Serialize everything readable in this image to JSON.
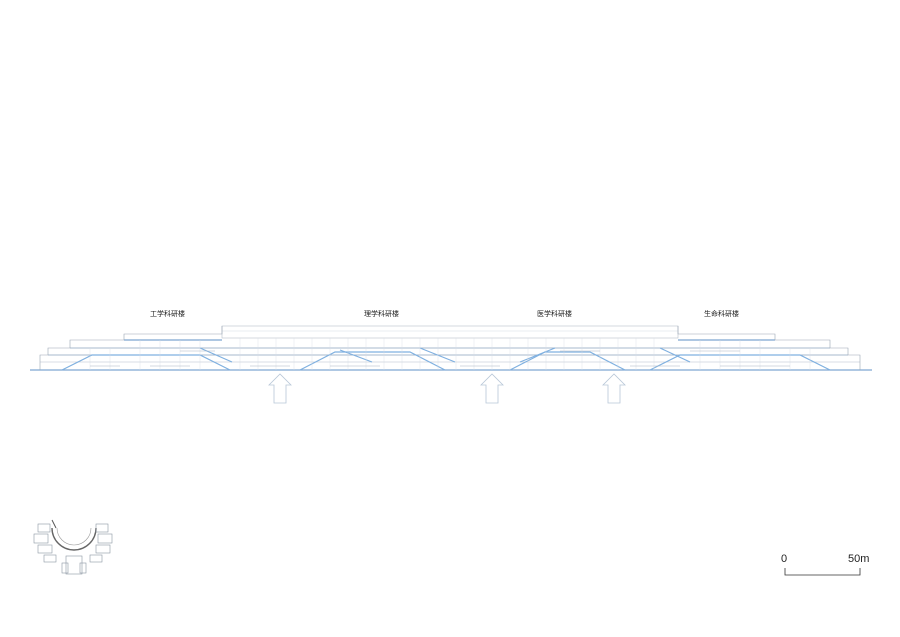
{
  "section": {
    "building_labels": [
      "工学科研楼",
      "理学科研楼",
      "医学科研楼",
      "生命科研楼"
    ],
    "entrance_arrow_count": 3
  },
  "scale_bar": {
    "start_label": "0",
    "end_label": "50m"
  },
  "colors": {
    "line": "#9aa6b4",
    "light_line": "#c9d1da",
    "accent_blue": "#7fb0e0",
    "slab_blue": "#5d8fc4",
    "text": "#222222"
  }
}
